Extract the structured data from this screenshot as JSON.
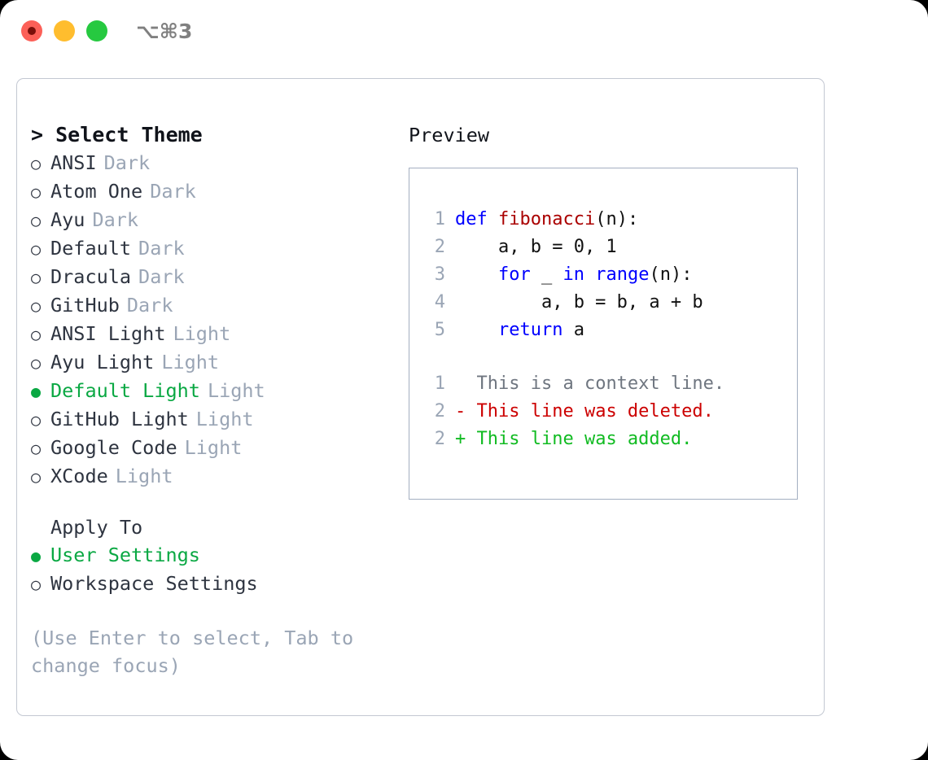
{
  "titlebar": {
    "shortcut": "⌥⌘3",
    "controls": [
      {
        "name": "close",
        "color": "#fc6058"
      },
      {
        "name": "minimize",
        "color": "#ffbd2e"
      },
      {
        "name": "maximize",
        "color": "#26c940"
      }
    ]
  },
  "accent": {
    "selected_green": "#0aa843",
    "muted_gray": "#9aa5b5",
    "panel_border": "#c3c8d2",
    "preview_border": "#a4afc1"
  },
  "theme_picker": {
    "header": "> Select Theme",
    "items": [
      {
        "marker": "○",
        "label": "ANSI",
        "category": "Dark",
        "selected": false
      },
      {
        "marker": "○",
        "label": "Atom One",
        "category": "Dark",
        "selected": false
      },
      {
        "marker": "○",
        "label": "Ayu",
        "category": "Dark",
        "selected": false
      },
      {
        "marker": "○",
        "label": "Default",
        "category": "Dark",
        "selected": false
      },
      {
        "marker": "○",
        "label": "Dracula",
        "category": "Dark",
        "selected": false
      },
      {
        "marker": "○",
        "label": "GitHub",
        "category": "Dark",
        "selected": false
      },
      {
        "marker": "○",
        "label": "ANSI Light",
        "category": "Light",
        "selected": false
      },
      {
        "marker": "○",
        "label": "Ayu Light",
        "category": "Light",
        "selected": false
      },
      {
        "marker": "●",
        "label": "Default Light",
        "category": "Light",
        "selected": true
      },
      {
        "marker": "○",
        "label": "GitHub Light",
        "category": "Light",
        "selected": false
      },
      {
        "marker": "○",
        "label": "Google Code",
        "category": "Light",
        "selected": false
      },
      {
        "marker": "○",
        "label": "XCode",
        "category": "Light",
        "selected": false
      }
    ]
  },
  "apply_to": {
    "title": "Apply To",
    "items": [
      {
        "marker": "●",
        "label": "User Settings",
        "selected": true
      },
      {
        "marker": "○",
        "label": "Workspace Settings",
        "selected": false
      }
    ]
  },
  "hint": "(Use Enter to select, Tab to change focus)",
  "preview": {
    "title": "Preview",
    "code_lines": [
      {
        "no": "1",
        "tokens": [
          {
            "t": "def ",
            "c": "kw"
          },
          {
            "t": "fibonacci",
            "c": "fn"
          },
          {
            "t": "(n):",
            "c": "plain"
          }
        ]
      },
      {
        "no": "2",
        "tokens": [
          {
            "t": "    a, b = 0, 1",
            "c": "plain"
          }
        ]
      },
      {
        "no": "3",
        "tokens": [
          {
            "t": "    ",
            "c": "plain"
          },
          {
            "t": "for",
            "c": "kw"
          },
          {
            "t": " _ ",
            "c": "plain"
          },
          {
            "t": "in",
            "c": "kw"
          },
          {
            "t": " ",
            "c": "plain"
          },
          {
            "t": "range",
            "c": "kw"
          },
          {
            "t": "(n):",
            "c": "plain"
          }
        ]
      },
      {
        "no": "4",
        "tokens": [
          {
            "t": "        a, b = b, a + b",
            "c": "plain"
          }
        ]
      },
      {
        "no": "5",
        "tokens": [
          {
            "t": "    ",
            "c": "plain"
          },
          {
            "t": "return",
            "c": "kw"
          },
          {
            "t": " a",
            "c": "plain"
          }
        ]
      }
    ],
    "diff_lines": [
      {
        "no": "1",
        "sign": "  ",
        "text": "This is a context line.",
        "kind": "ctx"
      },
      {
        "no": "2",
        "sign": "- ",
        "text": "This line was deleted.",
        "kind": "del"
      },
      {
        "no": "2",
        "sign": "+ ",
        "text": "This line was added.",
        "kind": "add"
      }
    ]
  }
}
